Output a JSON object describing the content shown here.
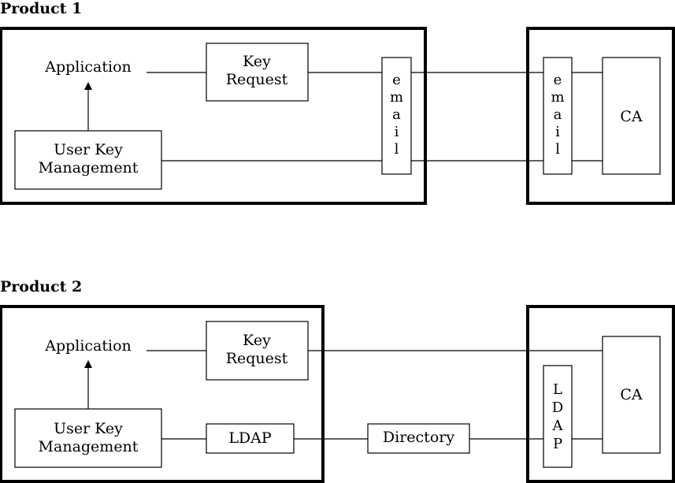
{
  "product1": {
    "title": "Product 1",
    "application": "Application",
    "key_request": [
      "Key",
      "Request"
    ],
    "user_key_mgmt": [
      "User Key",
      "Management"
    ],
    "email_left": [
      "e",
      "m",
      "a",
      "i",
      "l"
    ],
    "email_right": [
      "e",
      "m",
      "a",
      "i",
      "l"
    ],
    "ca": "CA"
  },
  "product2": {
    "title": "Product 2",
    "application": "Application",
    "key_request": [
      "Key",
      "Request"
    ],
    "user_key_mgmt": [
      "User Key",
      "Management"
    ],
    "ldap": "LDAP",
    "directory": "Directory",
    "ldap_vertical": [
      "L",
      "D",
      "A",
      "P"
    ],
    "ca": "CA"
  }
}
